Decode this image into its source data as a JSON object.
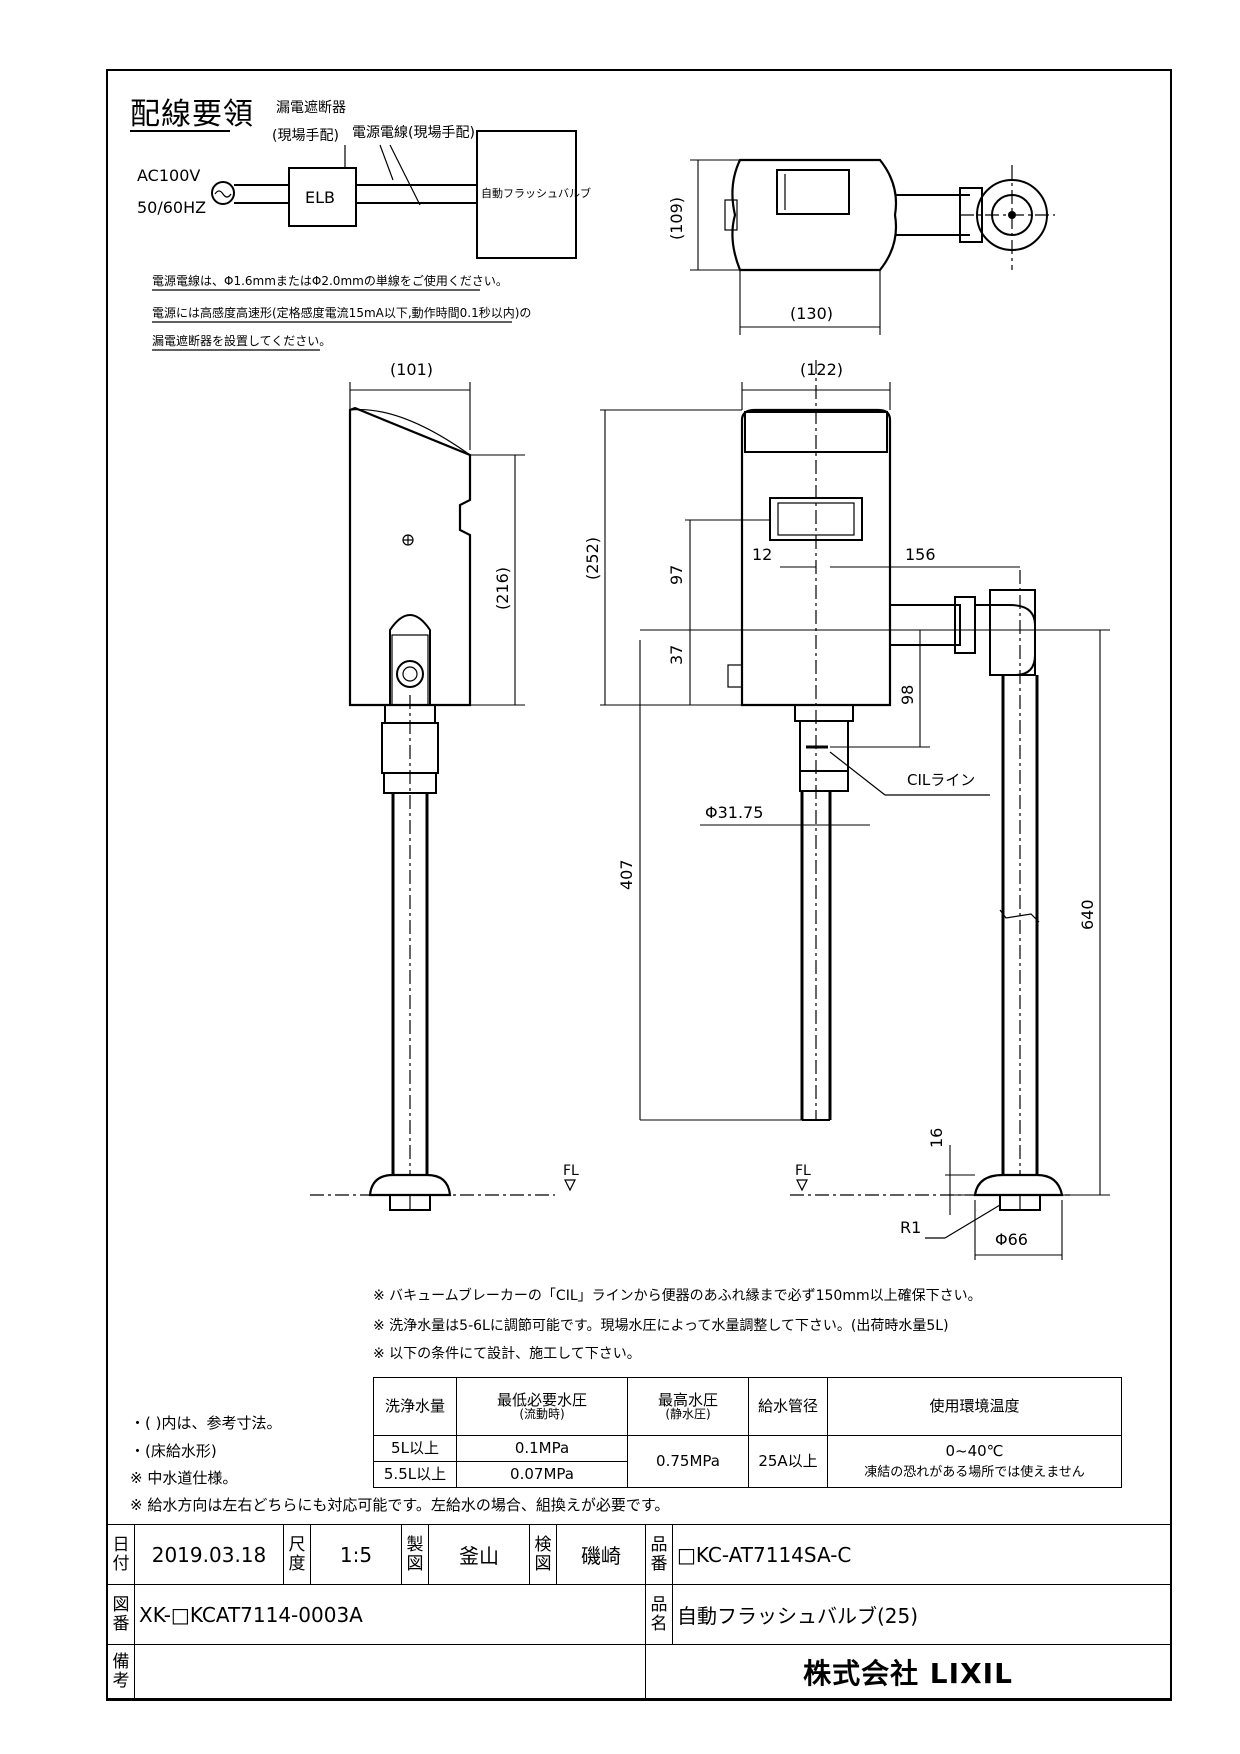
{
  "wiring": {
    "title": "配線要領",
    "leakage_breaker": "漏電遮断器",
    "leakage_breaker_note": "(現場手配)",
    "power_cable": "電源電線(現場手配)",
    "ac_voltage": "AC100V",
    "frequency": "50/60HZ",
    "elb": "ELB",
    "valve_box": "自動フラッシュバルブ",
    "note1": "電源電線は、Φ1.6mmまたはΦ2.0mmの単線をご使用ください。",
    "note2": "電源には高感度高速形(定格感度電流15mA以下,動作時間0.1秒以内)の",
    "note3": "漏電遮断器を設置してください。"
  },
  "dimensions": {
    "top_109": "(109)",
    "top_130": "(130)",
    "side_101": "(101)",
    "side_216": "(216)",
    "front_122": "(122)",
    "front_252": "(252)",
    "d_97": "97",
    "d_12": "12",
    "d_156": "156",
    "d_37": "37",
    "d_98": "98",
    "cil_line": "CILライン",
    "pipe_dia": "Φ31.75",
    "d_407": "407",
    "d_640": "640",
    "d_16": "16",
    "r1": "R1",
    "d_66": "Φ66",
    "fl_left": "FL",
    "fl_right": "FL"
  },
  "notes": {
    "n1": "※ バキュームブレーカーの「CIL」ラインから便器のあふれ縁まで必ず150mm以上確保下さい。",
    "n2": "※ 洗浄水量は5-6Lに調節可能です。現場水圧によって水量調整して下さい。(出荷時水量5L)",
    "n3": "※ 以下の条件にて設計、施工して下さい。",
    "left1": "・(  )内は、参考寸法。",
    "left2": "・(床給水形)",
    "left3": "※ 中水道仕様。",
    "bottom": "※ 給水方向は左右どちらにも対応可能です。左給水の場合、組換えが必要です。"
  },
  "spec_table": {
    "headers": [
      "洗浄水量",
      "最低必要水圧",
      "(流動時)",
      "最高水圧",
      "(静水圧)",
      "給水管径",
      "使用環境温度"
    ],
    "row1": {
      "volume": "5L以上",
      "min_pressure": "0.1MPa"
    },
    "row2": {
      "volume": "5.5L以上",
      "min_pressure": "0.07MPa"
    },
    "max_pressure": "0.75MPa",
    "pipe": "25A以上",
    "temp": "0~40℃",
    "temp_note": "凍結の恐れがある場所では使えません"
  },
  "title_block": {
    "date_label": "日付",
    "date": "2019.03.18",
    "scale_label": "尺度",
    "scale": "1:5",
    "made_label": "製図",
    "made_by": "釜山",
    "check_label": "検図",
    "checked_by": "磯崎",
    "part_no_label": "品番",
    "part_no": "□KC-AT7114SA-C",
    "drawing_no_label": "図番",
    "drawing_no": "XK-□KCAT7114-0003A",
    "part_name_label": "品名",
    "part_name": "自動フラッシュバルブ(25)",
    "remarks_label": "備考",
    "company": "株式会社 LIXIL"
  }
}
